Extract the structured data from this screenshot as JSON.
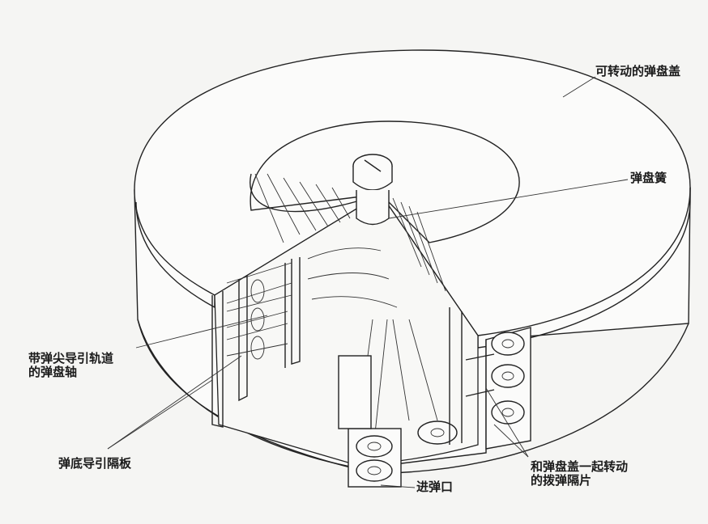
{
  "labels": {
    "cover": "可转动的弹盘盖",
    "spring": "弹盘簧",
    "axle_line1": "带弹尖导引轨道",
    "axle_line2": "的弹盘轴",
    "base_guide": "弹底导引隔板",
    "feed_port": "进弹口",
    "rotating_line1": "和弹盘盖一起转动",
    "rotating_line2": "的拨弹隔片"
  }
}
